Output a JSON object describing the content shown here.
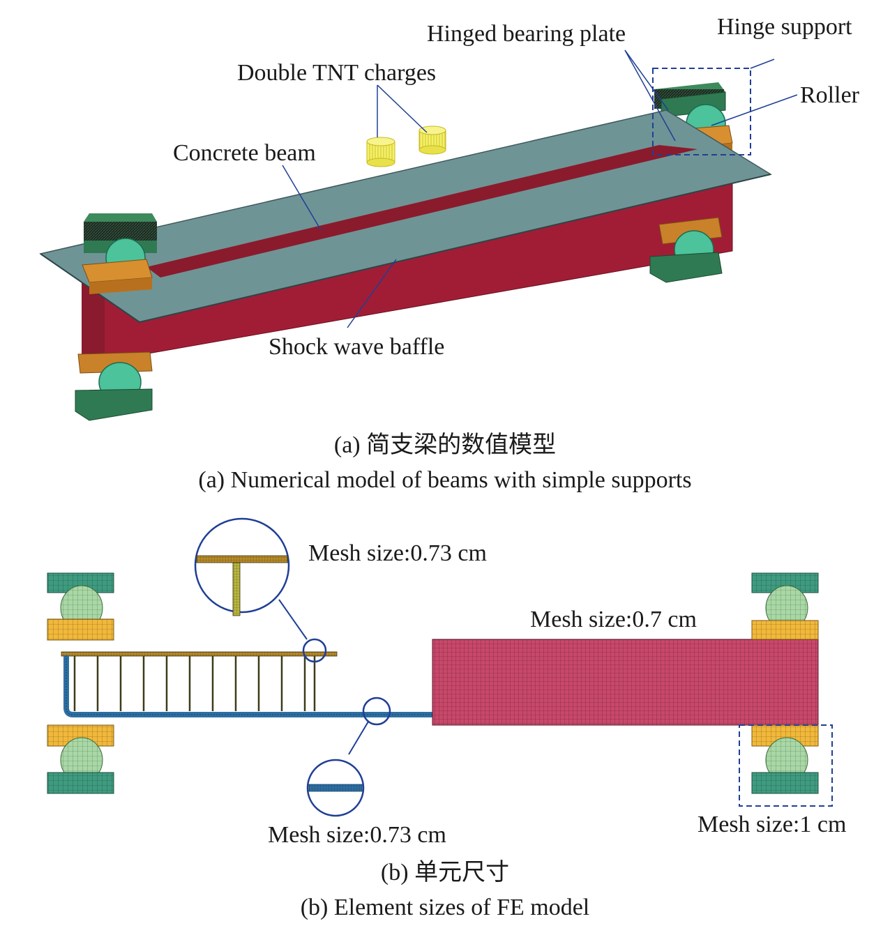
{
  "panel_a": {
    "labels": {
      "hinged_bearing_plate": "Hinged bearing plate",
      "hinge_support": "Hinge support",
      "double_tnt_charges": "Double TNT charges",
      "roller": "Roller",
      "concrete_beam": "Concrete beam",
      "shock_wave_baffle": "Shock wave baffle"
    },
    "caption_cn": "(a) 简支梁的数值模型",
    "caption_en": "(a) Numerical model of beams with simple supports"
  },
  "panel_b": {
    "labels": {
      "mesh_top": "Mesh size:0.73 cm",
      "mesh_beam": "Mesh size:0.7 cm",
      "mesh_bottom": "Mesh size:0.73 cm",
      "mesh_support": "Mesh size:1 cm"
    },
    "caption_cn": "(b) 单元尺寸",
    "caption_en": "(b) Element sizes of FE model"
  },
  "colors": {
    "beam_red": "#a11d36",
    "baffle_gray": "#6f9496",
    "plate_orange": "#c9822a",
    "base_green": "#2f7a52",
    "roller_teal": "#4cc39a",
    "tnt_yellow": "#f3f06a",
    "callout_blue": "#1f3f95",
    "mesh_red": "#c8486a",
    "mesh_green": "#3f9b80",
    "mesh_yellow": "#f1b83b",
    "mesh_roller": "#a9d7a6",
    "rebar_blue": "#2e6fa3",
    "stirrup_dark": "#3c3c1a"
  }
}
